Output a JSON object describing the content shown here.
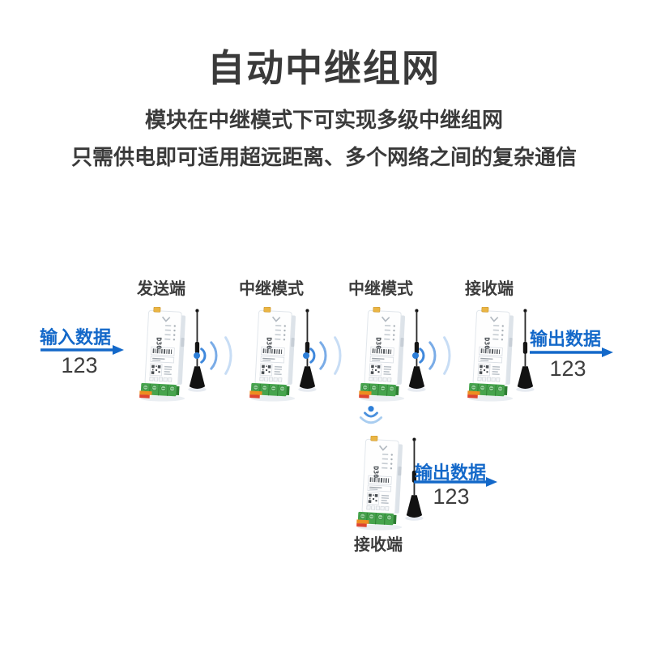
{
  "header": {
    "title": "自动中继组网",
    "subtitle_line1": "模块在中继模式下可实现多级中继组网",
    "subtitle_line2": "只需供电即可适用超远距离、多个网络之间的复杂通信"
  },
  "diagram": {
    "devices": [
      {
        "label": "发送端",
        "marking": "D30"
      },
      {
        "label": "中继模式",
        "marking": "D30"
      },
      {
        "label": "中继模式",
        "marking": "D30"
      },
      {
        "label": "接收端",
        "marking": "D30"
      },
      {
        "label": "接收端",
        "marking": "D30"
      }
    ],
    "input_flow": {
      "label": "输入数据",
      "value": "123"
    },
    "output_flow_right": {
      "label": "输出数据",
      "value": "123"
    },
    "output_flow_bottom": {
      "label": "输出数据",
      "value": "123"
    },
    "icons": {
      "wifi_between_modules": "wifi-signal-right-icon",
      "wifi_downlink": "wifi-signal-down-icon",
      "flow_arrow": "right-arrow-icon"
    },
    "colors": {
      "accent_blue": "#1368c9",
      "text_dark": "#3a3a3a",
      "wifi_dot_blue": "#2e7fd8",
      "terminal_green": "#46a44d",
      "antenna_black": "#141414",
      "connector_orange": "#ee8d20",
      "connector_red": "#df4430",
      "antenna_nub_gold": "#eab544"
    }
  }
}
